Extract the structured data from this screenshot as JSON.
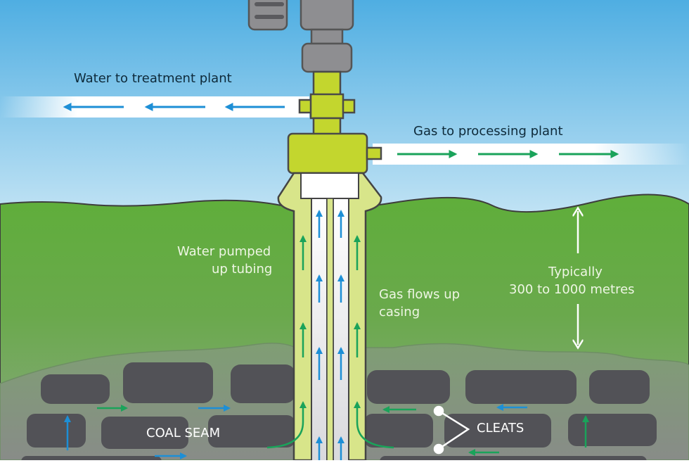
{
  "diagram": {
    "title": "Coal seam gas well",
    "colors": {
      "sky_top": "#5fb3e4",
      "sky_bottom": "#b8def3",
      "ground": "#62ad3e",
      "deep_ground": "#8aa882",
      "coal": "#525257",
      "casing": "#d8e58a",
      "wellhead": "#c3d62e",
      "pump_grey": "#8e8e91",
      "water_arrow": "#1d8fd6",
      "gas_arrow": "#1aa35a",
      "outline": "#444444"
    },
    "labels": {
      "water_out": "Water to treatment plant",
      "gas_out": "Gas to processing plant",
      "water_pumped_line1": "Water pumped",
      "water_pumped_line2": "up tubing",
      "gas_flows_line1": "Gas flows up",
      "gas_flows_line2": "casing",
      "depth_line1": "Typically",
      "depth_line2": "300 to 1000 metres",
      "coal_seam": "COAL SEAM",
      "cleats": "CLEATS"
    },
    "depth_range_m": [
      300,
      1000
    ]
  }
}
